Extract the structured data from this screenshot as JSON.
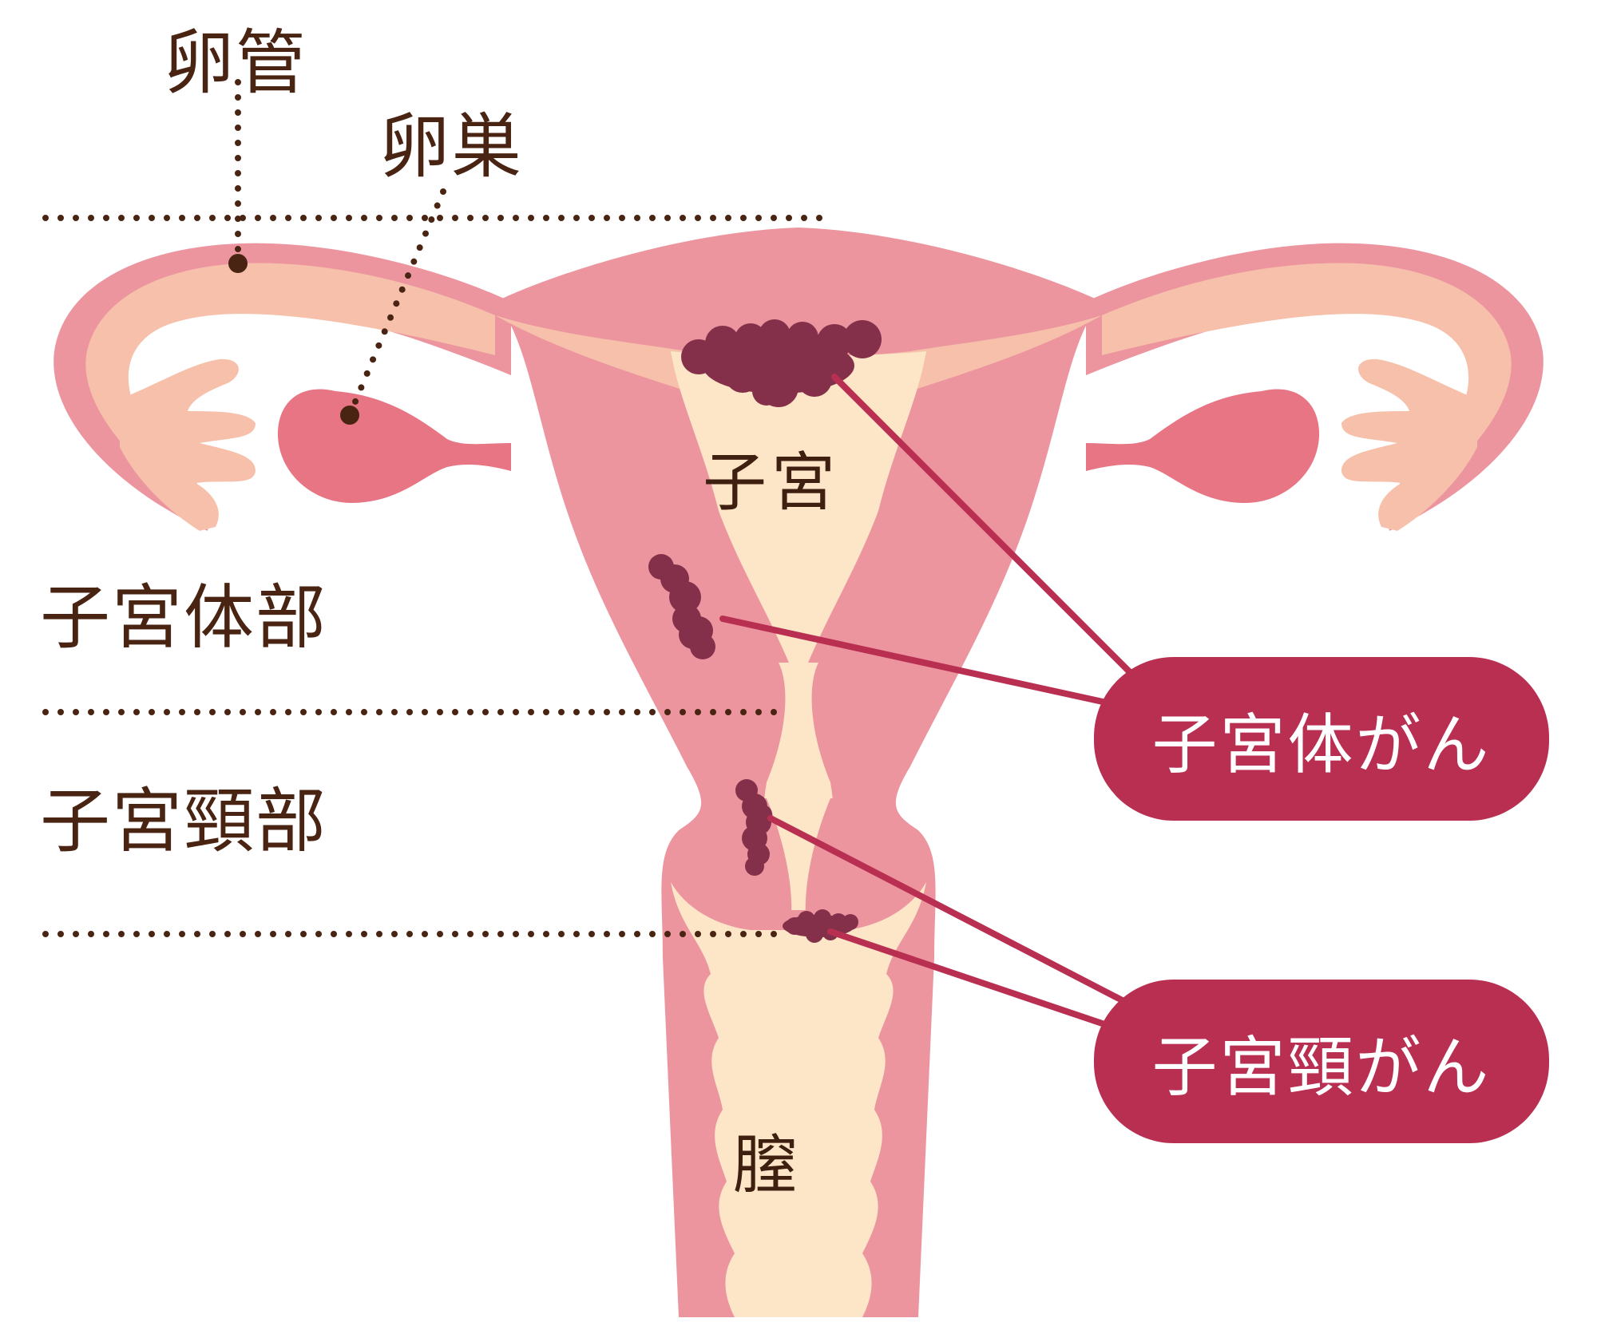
{
  "colors": {
    "background": "#ffffff",
    "outer_tissue": "#ec959f",
    "tube_inner": "#f6c0ab",
    "cavity": "#fce6c7",
    "ovary": "#e87584",
    "tumor": "#84304a",
    "callout": "#b92f52",
    "label_text": "#4a2412",
    "callout_text": "#ffffff"
  },
  "labels": {
    "fallopian_tube": "卵管",
    "ovary": "卵巣",
    "uterine_body_region": "子宮体部",
    "cervix_region": "子宮頸部",
    "uterus": "子宮",
    "vagina": "膣"
  },
  "callouts": {
    "endometrial_cancer": "子宮体がん",
    "cervical_cancer": "子宮頸がん"
  }
}
